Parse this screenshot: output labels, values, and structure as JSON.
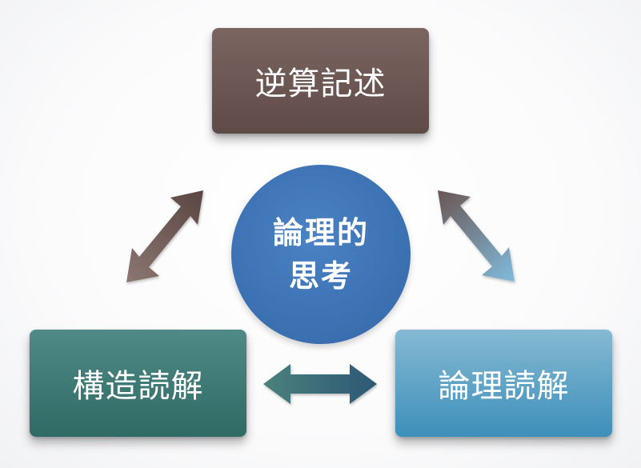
{
  "nodes": {
    "top": "逆算記述",
    "left": "構造読解",
    "right": "論理読解"
  },
  "center": {
    "line1": "論理的",
    "line2": "思考"
  },
  "colors": {
    "top": "#6b5753",
    "left": "#3b7873",
    "right": "#5fa3c9",
    "center": "#3b70b1"
  }
}
